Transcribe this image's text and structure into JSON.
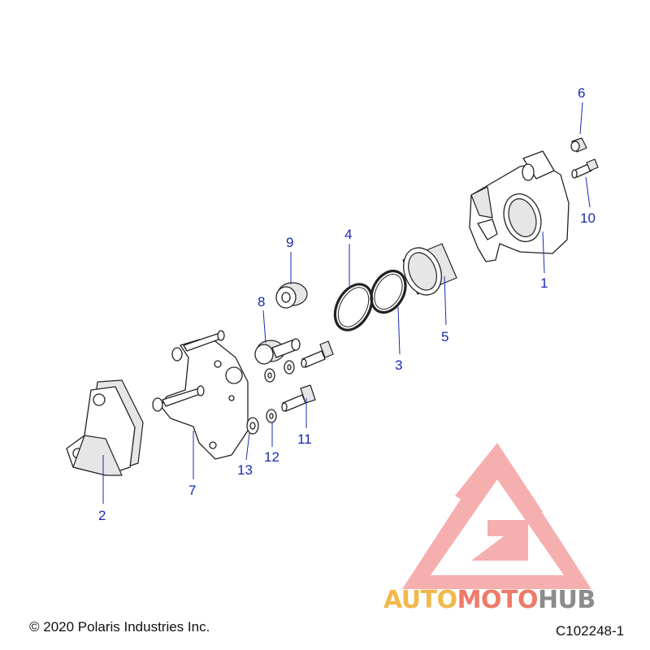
{
  "diagram": {
    "callouts": [
      {
        "id": "1",
        "label": "1"
      },
      {
        "id": "2",
        "label": "2"
      },
      {
        "id": "3",
        "label": "3"
      },
      {
        "id": "4",
        "label": "4"
      },
      {
        "id": "5",
        "label": "5"
      },
      {
        "id": "6",
        "label": "6"
      },
      {
        "id": "7",
        "label": "7"
      },
      {
        "id": "8",
        "label": "8"
      },
      {
        "id": "9",
        "label": "9"
      },
      {
        "id": "10",
        "label": "10"
      },
      {
        "id": "11",
        "label": "11"
      },
      {
        "id": "12",
        "label": "12"
      },
      {
        "id": "13",
        "label": "13"
      }
    ],
    "copyright": "© 2020 Polaris Industries Inc.",
    "figure_code": "C102248-1"
  },
  "watermark": {
    "part1": "AUTO",
    "part2": "MOTO",
    "part3": "HUB",
    "color_auto": "#f2b84b",
    "color_moto": "#ef7a6a",
    "color_hub": "#8c8c8c",
    "color_logo": "#ef6f6f"
  }
}
